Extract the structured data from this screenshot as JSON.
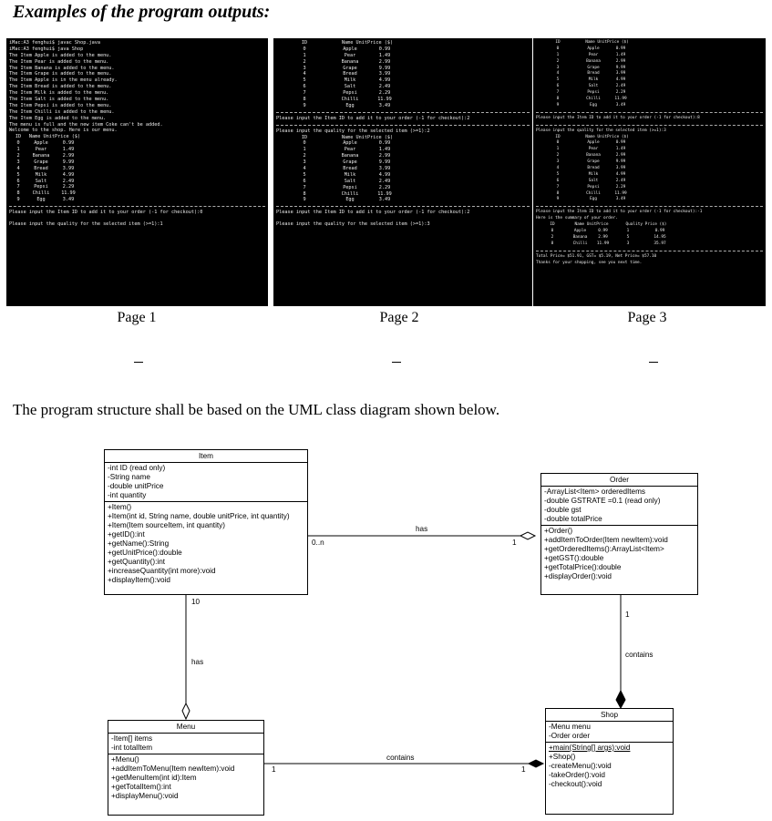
{
  "heading": "Examples of the program outputs:",
  "pages": {
    "p1": {
      "label": "Page 1",
      "lines": [
        "iMac:A3 fenghui$ javac Shop.java",
        "iMac:A3 fenghui$ java Shop",
        "The Item Apple is added to the menu.",
        "The Item Pear is added to the menu.",
        "The Item Banana is added to the menu.",
        "The Item Grape is added to the menu.",
        "The Item Apple is in the menu already.",
        "The Item Bread is added to the menu.",
        "The Item Milk is added to the menu.",
        "The Item Salt is added to the menu.",
        "The Item Pepsi is added to the menu.",
        "The Item Chilli is added to the menu.",
        "The Item Egg is added to the menu.",
        "The menu is full and the new item Coke can't be added.",
        "Welcome to the shop. Here is our menu."
      ],
      "header": [
        "ID",
        "Name UnitPrice ($)"
      ],
      "rows": [
        [
          "0",
          "Apple",
          "0.99"
        ],
        [
          "1",
          "Pear",
          "1.49"
        ],
        [
          "2",
          "Banana",
          "2.99"
        ],
        [
          "3",
          "Grape",
          "9.99"
        ],
        [
          "4",
          "Bread",
          "3.99"
        ],
        [
          "5",
          "Milk",
          "4.99"
        ],
        [
          "6",
          "Salt",
          "2.49"
        ],
        [
          "7",
          "Pepsi",
          "2.29"
        ],
        [
          "8",
          "Chilli",
          "11.99"
        ],
        [
          "9",
          "Egg",
          "3.49"
        ]
      ],
      "prompt1": "Please input the Item ID to add it to your order (-1 for checkout):0",
      "prompt2": "Please input the quality for the selected item (>=1):1"
    },
    "p2": {
      "label": "Page 2",
      "header": [
        "ID",
        "Name UnitPrice ($)"
      ],
      "rows": [
        [
          "0",
          "Apple",
          "0.99"
        ],
        [
          "1",
          "Pear",
          "1.49"
        ],
        [
          "2",
          "Banana",
          "2.99"
        ],
        [
          "3",
          "Grape",
          "9.99"
        ],
        [
          "4",
          "Bread",
          "3.99"
        ],
        [
          "5",
          "Milk",
          "4.99"
        ],
        [
          "6",
          "Salt",
          "2.49"
        ],
        [
          "7",
          "Pepsi",
          "2.29"
        ],
        [
          "8",
          "Chilli",
          "11.99"
        ],
        [
          "9",
          "Egg",
          "3.49"
        ]
      ],
      "prompt_a": "Please input the Item ID to add it to your order (-1 for checkout):2",
      "prompt_b": "Please input the quality for the selected item (>=1):2",
      "header2": [
        "ID",
        "Name UnitPrice ($)"
      ],
      "rows2": [
        [
          "0",
          "Apple",
          "0.99"
        ],
        [
          "1",
          "Pear",
          "1.49"
        ],
        [
          "2",
          "Banana",
          "2.99"
        ],
        [
          "3",
          "Grape",
          "9.99"
        ],
        [
          "4",
          "Bread",
          "3.99"
        ],
        [
          "5",
          "Milk",
          "4.99"
        ],
        [
          "6",
          "Salt",
          "2.49"
        ],
        [
          "7",
          "Pepsi",
          "2.29"
        ],
        [
          "8",
          "Chilli",
          "11.99"
        ],
        [
          "9",
          "Egg",
          "3.49"
        ]
      ],
      "prompt_c": "Please input the Item ID to add it to your order (-1 for checkout):2",
      "prompt_d": "Please input the quality for the selected item (>=1):3"
    },
    "p3": {
      "label": "Page 3",
      "header": [
        "ID",
        "Name UnitPrice ($)"
      ],
      "rows": [
        [
          "0",
          "Apple",
          "0.99"
        ],
        [
          "1",
          "Pear",
          "1.49"
        ],
        [
          "2",
          "Banana",
          "2.99"
        ],
        [
          "3",
          "Grape",
          "9.99"
        ],
        [
          "4",
          "Bread",
          "3.99"
        ],
        [
          "5",
          "Milk",
          "4.99"
        ],
        [
          "6",
          "Salt",
          "2.49"
        ],
        [
          "7",
          "Pepsi",
          "2.29"
        ],
        [
          "8",
          "Chilli",
          "11.99"
        ],
        [
          "9",
          "Egg",
          "3.49"
        ]
      ],
      "prompt_a": "Please input the Item ID to add it to your order (-1 for checkout):8",
      "prompt_b": "Please input the quality for the selected item (>=1):3",
      "header2": [
        "ID",
        "Name UnitPrice ($)"
      ],
      "rows2": [
        [
          "0",
          "Apple",
          "0.99"
        ],
        [
          "1",
          "Pear",
          "1.49"
        ],
        [
          "2",
          "Banana",
          "2.99"
        ],
        [
          "3",
          "Grape",
          "9.99"
        ],
        [
          "4",
          "Bread",
          "3.99"
        ],
        [
          "5",
          "Milk",
          "4.99"
        ],
        [
          "6",
          "Salt",
          "2.49"
        ],
        [
          "7",
          "Pepsi",
          "2.29"
        ],
        [
          "8",
          "Chilli",
          "11.99"
        ],
        [
          "9",
          "Egg",
          "3.49"
        ]
      ],
      "prompt_c": "Please input the Item ID to add it to your order (-1 for checkout):-1",
      "summary": "Here is the summary of your order.",
      "order_header": [
        "ID",
        "Name UnitPrice",
        "Quality Price ($)"
      ],
      "order_rows": [
        [
          "0",
          "Apple",
          "0.99",
          "1",
          "0.99"
        ],
        [
          "2",
          "Banana",
          "2.99",
          "5",
          "14.95"
        ],
        [
          "8",
          "Chilli",
          "11.99",
          "3",
          "35.97"
        ]
      ],
      "total": "Total Price= $51.91, GST= $5.19, Net Price= $57.10",
      "thanks": "Thanks for your shopping, see you next time."
    }
  },
  "intro": "The program structure shall be based on the UML class diagram shown below.",
  "uml": {
    "item": {
      "title": "Item",
      "attrs": [
        "-int ID (read only)",
        "-String name",
        "-double unitPrice",
        "-int quantity"
      ],
      "methods": [
        "+Item()",
        "+Item(int id, String name, double unitPrice, int quantity)",
        "+Item(Item sourceItem, int quantity)",
        "+getID():int",
        "+getName():String",
        "+getUnitPrice():double",
        "+getQuantity():int",
        "+increaseQuantity(int more):void",
        "+displayItem():void"
      ]
    },
    "order": {
      "title": "Order",
      "attrs": [
        "-ArrayList<Item> orderedItems",
        "-double GSTRATE =0.1 (read only)",
        "-double gst",
        "-double totalPrice"
      ],
      "methods": [
        "+Order()",
        "+addItemToOrder(Item newItem):void",
        "+getOrderedItems():ArrayList<Item>",
        "+getGST():double",
        "+getTotalPrice():double",
        "+displayOrder():void"
      ]
    },
    "menu": {
      "title": "Menu",
      "attrs": [
        "-Item[] items",
        "-int totalItem"
      ],
      "methods": [
        "+Menu()",
        "+addItemToMenu(Item newItem):void",
        "+getMenuItem(int id):Item",
        "+getTotalItem():int",
        "+displayMenu():void"
      ]
    },
    "shop": {
      "title": "Shop",
      "attrs": [
        "-Menu menu",
        "-Order order"
      ],
      "static_method": "+main(String[] args):void",
      "methods": [
        "+Shop()",
        "-createMenu():void",
        "-takeOrder():void",
        "-checkout():void"
      ]
    },
    "links": {
      "item_order_label": "has",
      "item_order_mult_item": "0..n",
      "item_order_mult_order": "1",
      "item_menu_label": "has",
      "item_menu_mult": "10",
      "order_shop_label": "contains",
      "order_shop_mult": "1",
      "menu_shop_label": "contains",
      "menu_shop_mult_menu": "1",
      "menu_shop_mult_shop": "1"
    }
  }
}
